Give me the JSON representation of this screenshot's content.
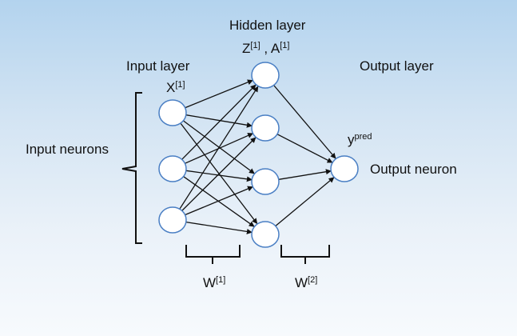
{
  "labels": {
    "hidden_layer": "Hidden layer",
    "hidden_vars_z": "Z",
    "hidden_vars_z_sup": "[1]",
    "hidden_vars_sep": " , ",
    "hidden_vars_a": "A",
    "hidden_vars_a_sup": "[1]",
    "input_layer": "Input layer",
    "input_var": "X",
    "input_var_sup": "[1]",
    "output_layer": "Output layer",
    "input_neurons": "Input neurons",
    "output_neuron": "Output neuron",
    "output_var": "y",
    "output_var_sup": "pred",
    "w1": "W",
    "w1_sup": "[1]",
    "w2": "W",
    "w2_sup": "[2]"
  },
  "colors": {
    "node_fill": "#ffffff",
    "node_stroke": "#4a7fc4",
    "edge": "#111111",
    "background_top": "#b3d3ee",
    "background_bottom": "#f7fafd"
  }
}
